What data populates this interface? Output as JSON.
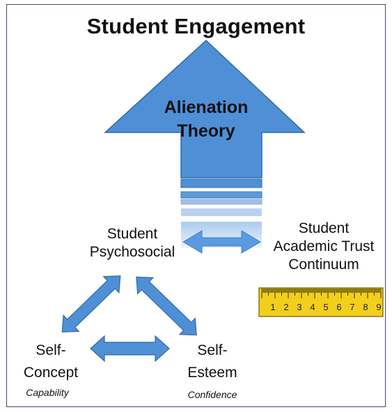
{
  "title": "Student Engagement",
  "central_arrow": {
    "line1": "Alienation",
    "line2": "Theory"
  },
  "nodes": {
    "psychosocial": {
      "line1": "Student",
      "line2": "Psychosocial"
    },
    "academic_trust": {
      "line1": "Student",
      "line2": "Academic Trust",
      "line3": "Continuum"
    },
    "self_concept": {
      "line1": "Self-",
      "line2": "Concept",
      "descriptor": "Capability"
    },
    "self_esteem": {
      "line1": "Self-",
      "line2": "Esteem",
      "descriptor": "Confidence"
    }
  },
  "ruler": {
    "numbers": [
      "1",
      "2",
      "3",
      "4",
      "5",
      "6",
      "7",
      "8",
      "9"
    ]
  },
  "colors": {
    "arrow_fill": "#4f8fd6",
    "arrow_stroke": "#2f6aa8",
    "ruler_fill": "#f2cf1d",
    "frame": "#3a4a6a"
  }
}
